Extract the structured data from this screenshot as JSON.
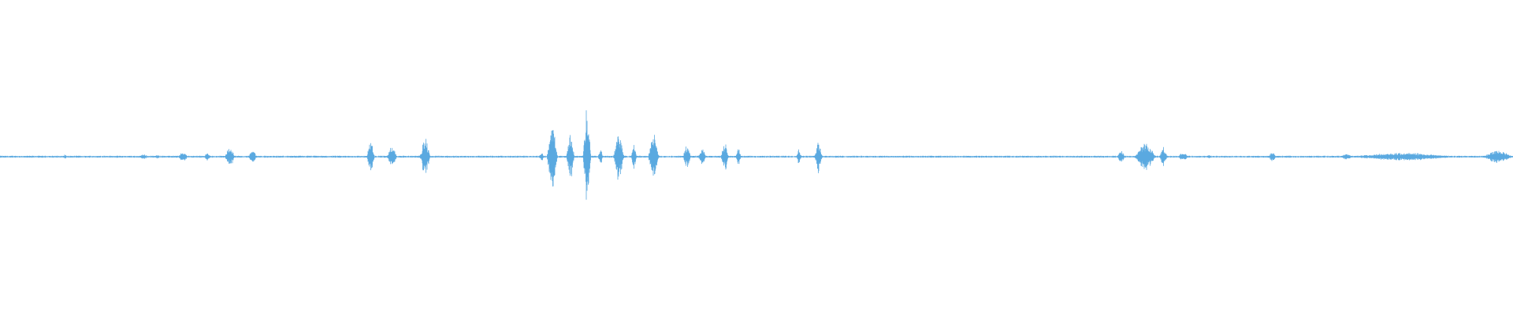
{
  "waveform": {
    "color": "#5aa9e0",
    "background": "#ffffff",
    "amplitude_profile": {
      "baseline_amplitude": 0.006,
      "segments": [
        {
          "at": 0.043,
          "width": 0.001,
          "amp": 0.02
        },
        {
          "at": 0.095,
          "width": 0.004,
          "amp": 0.015
        },
        {
          "at": 0.104,
          "width": 0.003,
          "amp": 0.012
        },
        {
          "at": 0.121,
          "width": 0.004,
          "amp": 0.03
        },
        {
          "at": 0.137,
          "width": 0.003,
          "amp": 0.025
        },
        {
          "at": 0.152,
          "width": 0.004,
          "amp": 0.06
        },
        {
          "at": 0.167,
          "width": 0.003,
          "amp": 0.05
        },
        {
          "at": 0.245,
          "width": 0.003,
          "amp": 0.1
        },
        {
          "at": 0.259,
          "width": 0.004,
          "amp": 0.07
        },
        {
          "at": 0.281,
          "width": 0.004,
          "amp": 0.12
        },
        {
          "at": 0.358,
          "width": 0.002,
          "amp": 0.03
        },
        {
          "at": 0.365,
          "width": 0.004,
          "amp": 0.22
        },
        {
          "at": 0.377,
          "width": 0.003,
          "amp": 0.16
        },
        {
          "at": 0.388,
          "width": 0.003,
          "amp": 0.3
        },
        {
          "at": 0.397,
          "width": 0.002,
          "amp": 0.05
        },
        {
          "at": 0.409,
          "width": 0.004,
          "amp": 0.16
        },
        {
          "at": 0.419,
          "width": 0.002,
          "amp": 0.09
        },
        {
          "at": 0.432,
          "width": 0.004,
          "amp": 0.16
        },
        {
          "at": 0.454,
          "width": 0.003,
          "amp": 0.08
        },
        {
          "at": 0.464,
          "width": 0.003,
          "amp": 0.05
        },
        {
          "at": 0.479,
          "width": 0.003,
          "amp": 0.09
        },
        {
          "at": 0.488,
          "width": 0.002,
          "amp": 0.06
        },
        {
          "at": 0.528,
          "width": 0.002,
          "amp": 0.05
        },
        {
          "at": 0.541,
          "width": 0.003,
          "amp": 0.1
        },
        {
          "at": 0.741,
          "width": 0.003,
          "amp": 0.04
        },
        {
          "at": 0.757,
          "width": 0.008,
          "amp": 0.09
        },
        {
          "at": 0.769,
          "width": 0.003,
          "amp": 0.06
        },
        {
          "at": 0.782,
          "width": 0.004,
          "amp": 0.03
        },
        {
          "at": 0.799,
          "width": 0.002,
          "amp": 0.015
        },
        {
          "at": 0.841,
          "width": 0.003,
          "amp": 0.03
        },
        {
          "at": 0.89,
          "width": 0.005,
          "amp": 0.02
        },
        {
          "at": 0.927,
          "width": 0.045,
          "amp": 0.025
        },
        {
          "at": 0.99,
          "width": 0.012,
          "amp": 0.04
        }
      ]
    }
  }
}
